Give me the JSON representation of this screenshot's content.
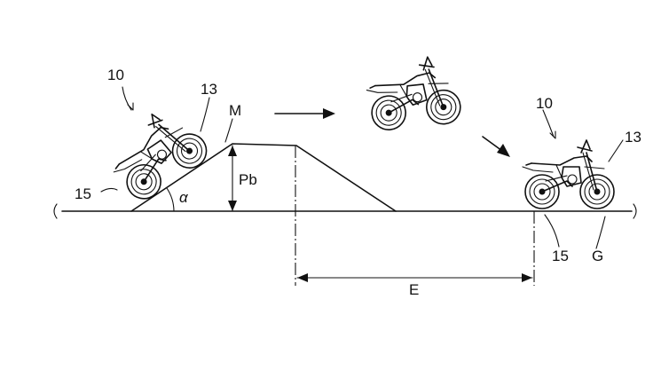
{
  "labels": {
    "bike_ref": "10",
    "front_wheel": "13",
    "rear_wheel": "15",
    "ramp": "M",
    "ramp_height": "Pb",
    "ramp_angle": "α",
    "distance": "E",
    "ground": "G"
  },
  "icons": [
    "motorcycle-icon",
    "arrow-right-icon",
    "arrow-down-right-icon"
  ]
}
